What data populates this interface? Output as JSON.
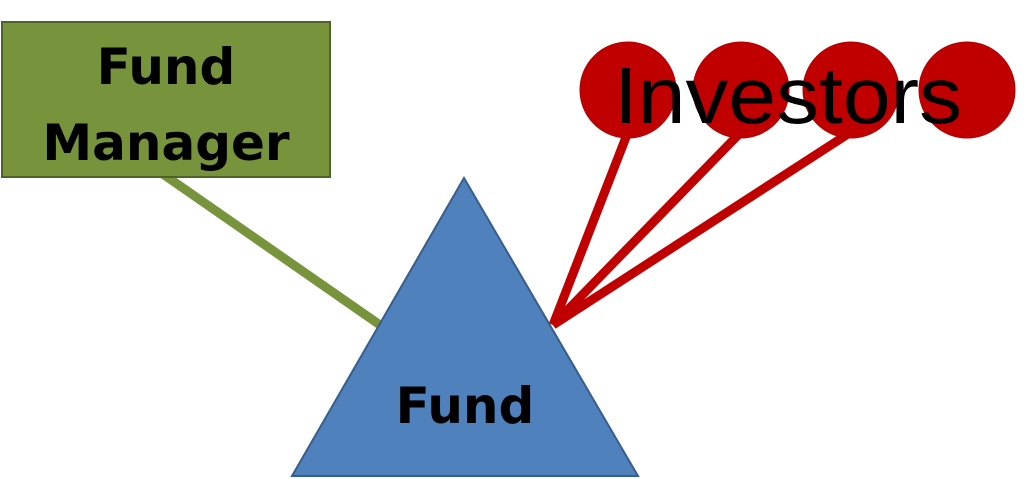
{
  "diagram": {
    "fund_manager": {
      "lines": [
        "Fund",
        "Manager"
      ],
      "fill_color": "#77933c",
      "border_color": "#4f6228"
    },
    "fund": {
      "label": "Fund",
      "fill_color": "#4f81bd",
      "border_color": "#385d8a"
    },
    "investors": {
      "label": "Investors",
      "circle_color": "#c00000",
      "circle_count": 4
    },
    "connector_colors": {
      "manager": "#77933c",
      "investors": "#c00000"
    }
  }
}
